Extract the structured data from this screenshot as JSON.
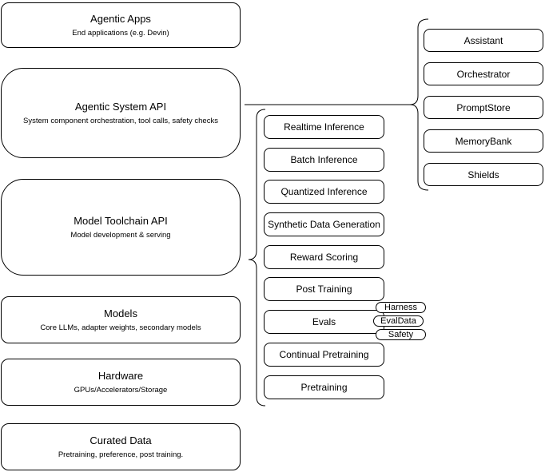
{
  "diagram": {
    "left_column": [
      {
        "title": "Agentic Apps",
        "subtitle": "End applications (e.g. Devin)"
      },
      {
        "title": "Agentic System API",
        "subtitle": "System component orchestration, tool calls, safety checks"
      },
      {
        "title": "Model Toolchain API",
        "subtitle": "Model development & serving"
      },
      {
        "title": "Models",
        "subtitle": "Core LLMs, adapter weights, secondary models"
      },
      {
        "title": "Hardware",
        "subtitle": "GPUs/Accelerators/Storage"
      },
      {
        "title": "Curated Data",
        "subtitle": "Pretraining, preference, post training."
      }
    ],
    "middle_column": [
      "Realtime Inference",
      "Batch Inference",
      "Quantized Inference",
      "Synthetic Data Generation",
      "Reward Scoring",
      "Post Training",
      "Evals",
      "Continual Pretraining",
      "Pretraining"
    ],
    "evals_tags": [
      "Harness",
      "EvalData",
      "Safety"
    ],
    "right_column": [
      "Assistant",
      "Orchestrator",
      "PromptStore",
      "MemoryBank",
      "Shields"
    ],
    "colors": {
      "stroke": "#000000",
      "fill": "#ffffff",
      "background": "#ffffff"
    }
  }
}
